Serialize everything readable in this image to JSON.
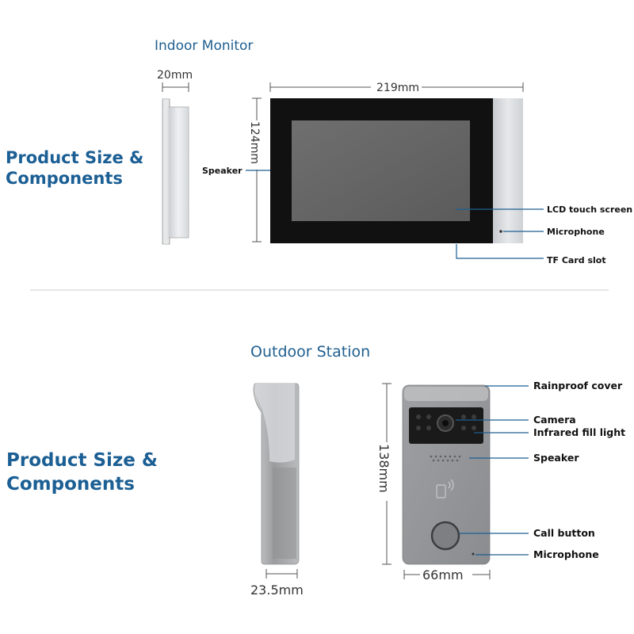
{
  "colors": {
    "title_blue": "#1f5f8f",
    "heading_blue": "#1b5f94",
    "callout_line": "#1d5f92",
    "dimension_line": "#555555",
    "separator": "#cccccc"
  },
  "indoor": {
    "title": "Indoor Monitor",
    "side_heading_line1": "Product Size &",
    "side_heading_line2": "Components",
    "depth": "20mm",
    "width": "219mm",
    "height": "124mm",
    "callouts": {
      "speaker": "Speaker",
      "lcd": "LCD touch screen",
      "microphone": "Microphone",
      "tf_card": "TF Card slot"
    }
  },
  "outdoor": {
    "title": "Outdoor Station",
    "side_heading_line1": "Product Size &",
    "side_heading_line2": "Components",
    "depth": "23.5mm",
    "width": "66mm",
    "height": "138mm",
    "callouts": {
      "rainproof": "Rainproof cover",
      "camera": "Camera",
      "infrared": "Infrared fill light",
      "speaker": "Speaker",
      "call_button": "Call button",
      "microphone": "Microphone"
    }
  }
}
